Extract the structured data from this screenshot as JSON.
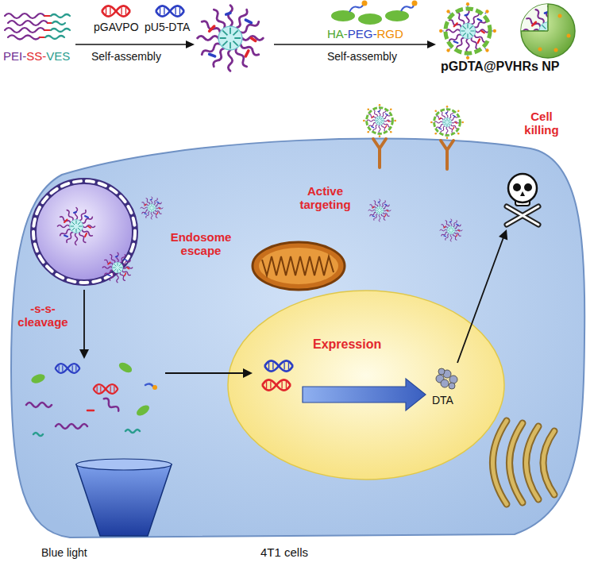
{
  "diagram": {
    "nodes": [
      {
        "text": [
          "4T1 cells"
        ]
      },
      {
        "text": [
          "Expression",
          "DTA"
        ],
        "in": 0
      }
    ],
    "labels": [
      "PEI-",
      "SS-",
      "VES",
      "pGAVPO",
      "pU5-DTA",
      "Self-assembly",
      "HA-",
      "PEG-",
      "RGD",
      "Self-assembly",
      "pGDTA@PVHRs NP",
      "Active targeting",
      "Cell killing",
      "Endosome escape",
      "-s-s- cleavage",
      "Blue light"
    ]
  }
}
